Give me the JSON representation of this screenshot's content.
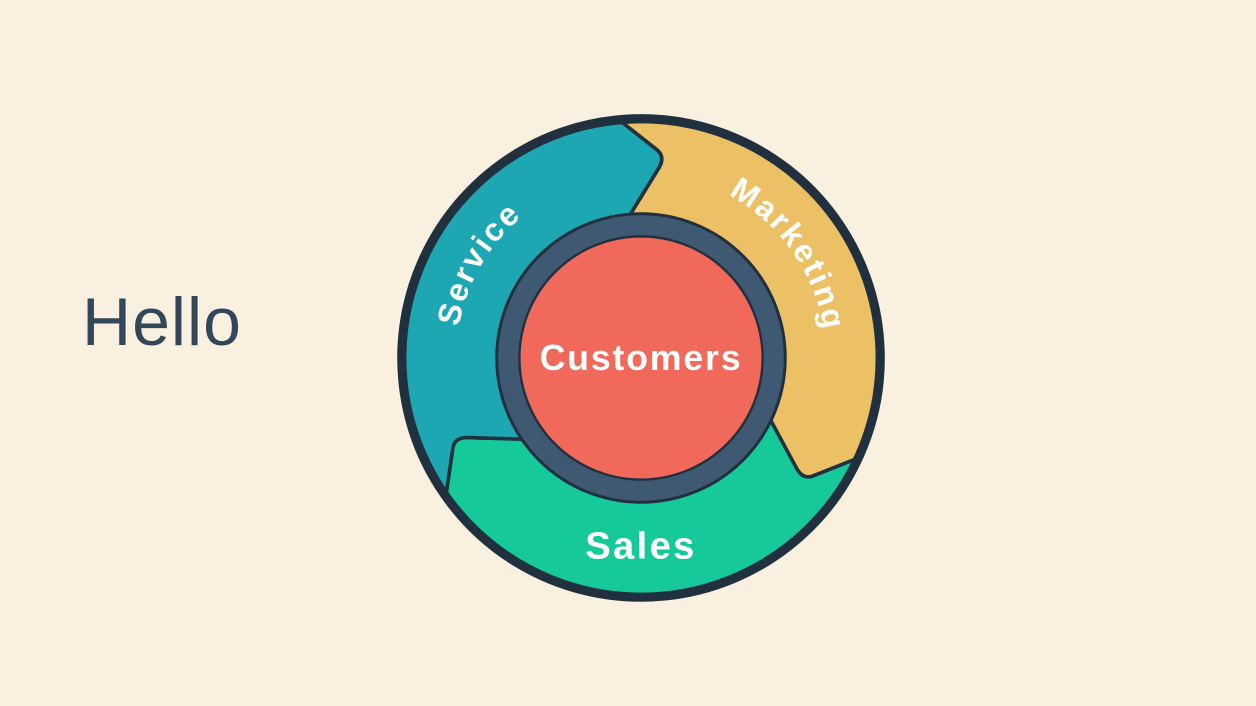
{
  "background_color": "#FAF0DF",
  "greeting": {
    "text": "Hello",
    "color": "#33475B"
  },
  "flywheel": {
    "center_label": "Customers",
    "segments": [
      {
        "label": "Service",
        "color": "#1CA7B3",
        "position": "upper-left"
      },
      {
        "label": "Marketing",
        "color": "#ECC166",
        "position": "upper-right"
      },
      {
        "label": "Sales",
        "color": "#16C99B",
        "position": "bottom"
      }
    ],
    "flow_direction": "clockwise",
    "hub_ring_color": "#3F5972",
    "hub_color": "#F0695A",
    "outline_color": "#21303E",
    "label_color": "#FFFFFF"
  }
}
